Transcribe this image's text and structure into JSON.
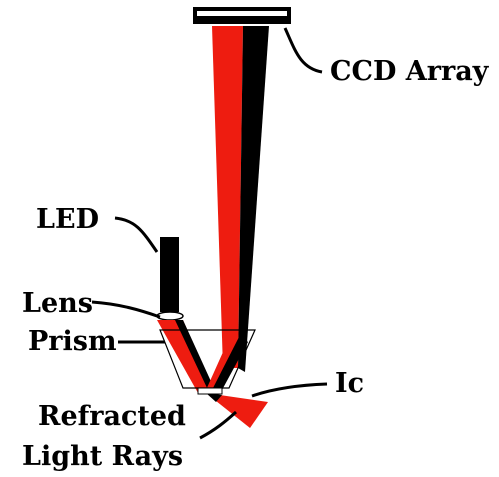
{
  "labels": {
    "ccd_array": "CCD Array",
    "led": "LED",
    "lens": "Lens",
    "prism": "Prism",
    "ic": "Ic",
    "refracted_line1": "Refracted",
    "refracted_line2": "Light Rays"
  },
  "colors": {
    "ray_red": "#ee1c10",
    "ray_black": "#000000",
    "background": "#ffffff",
    "outline": "#000000"
  }
}
